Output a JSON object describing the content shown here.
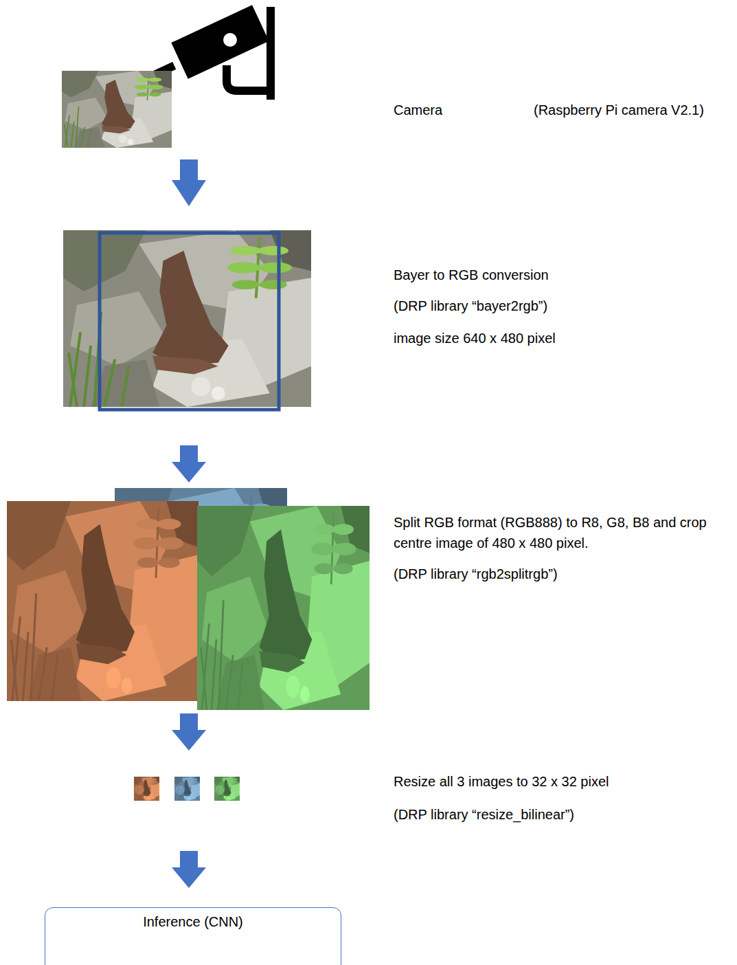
{
  "diagram": {
    "nodes": [
      {
        "text": [
          "Inference (CNN)"
        ]
      }
    ],
    "labels": [
      "Camera",
      "(Raspberry Pi camera V2.1)",
      "Bayer to RGB conversion",
      "(DRP library “bayer2rgb”)",
      "image size 640 x 480 pixel",
      "Split RGB format (RGB888) to R8, G8, B8 and crop centre image of 480 x 480 pixel.",
      "(DRP library “rgb2splitrgb”)",
      "Resize all 3 images to 32 x 32 pixel",
      "(DRP library “resize_bilinear”)"
    ]
  }
}
